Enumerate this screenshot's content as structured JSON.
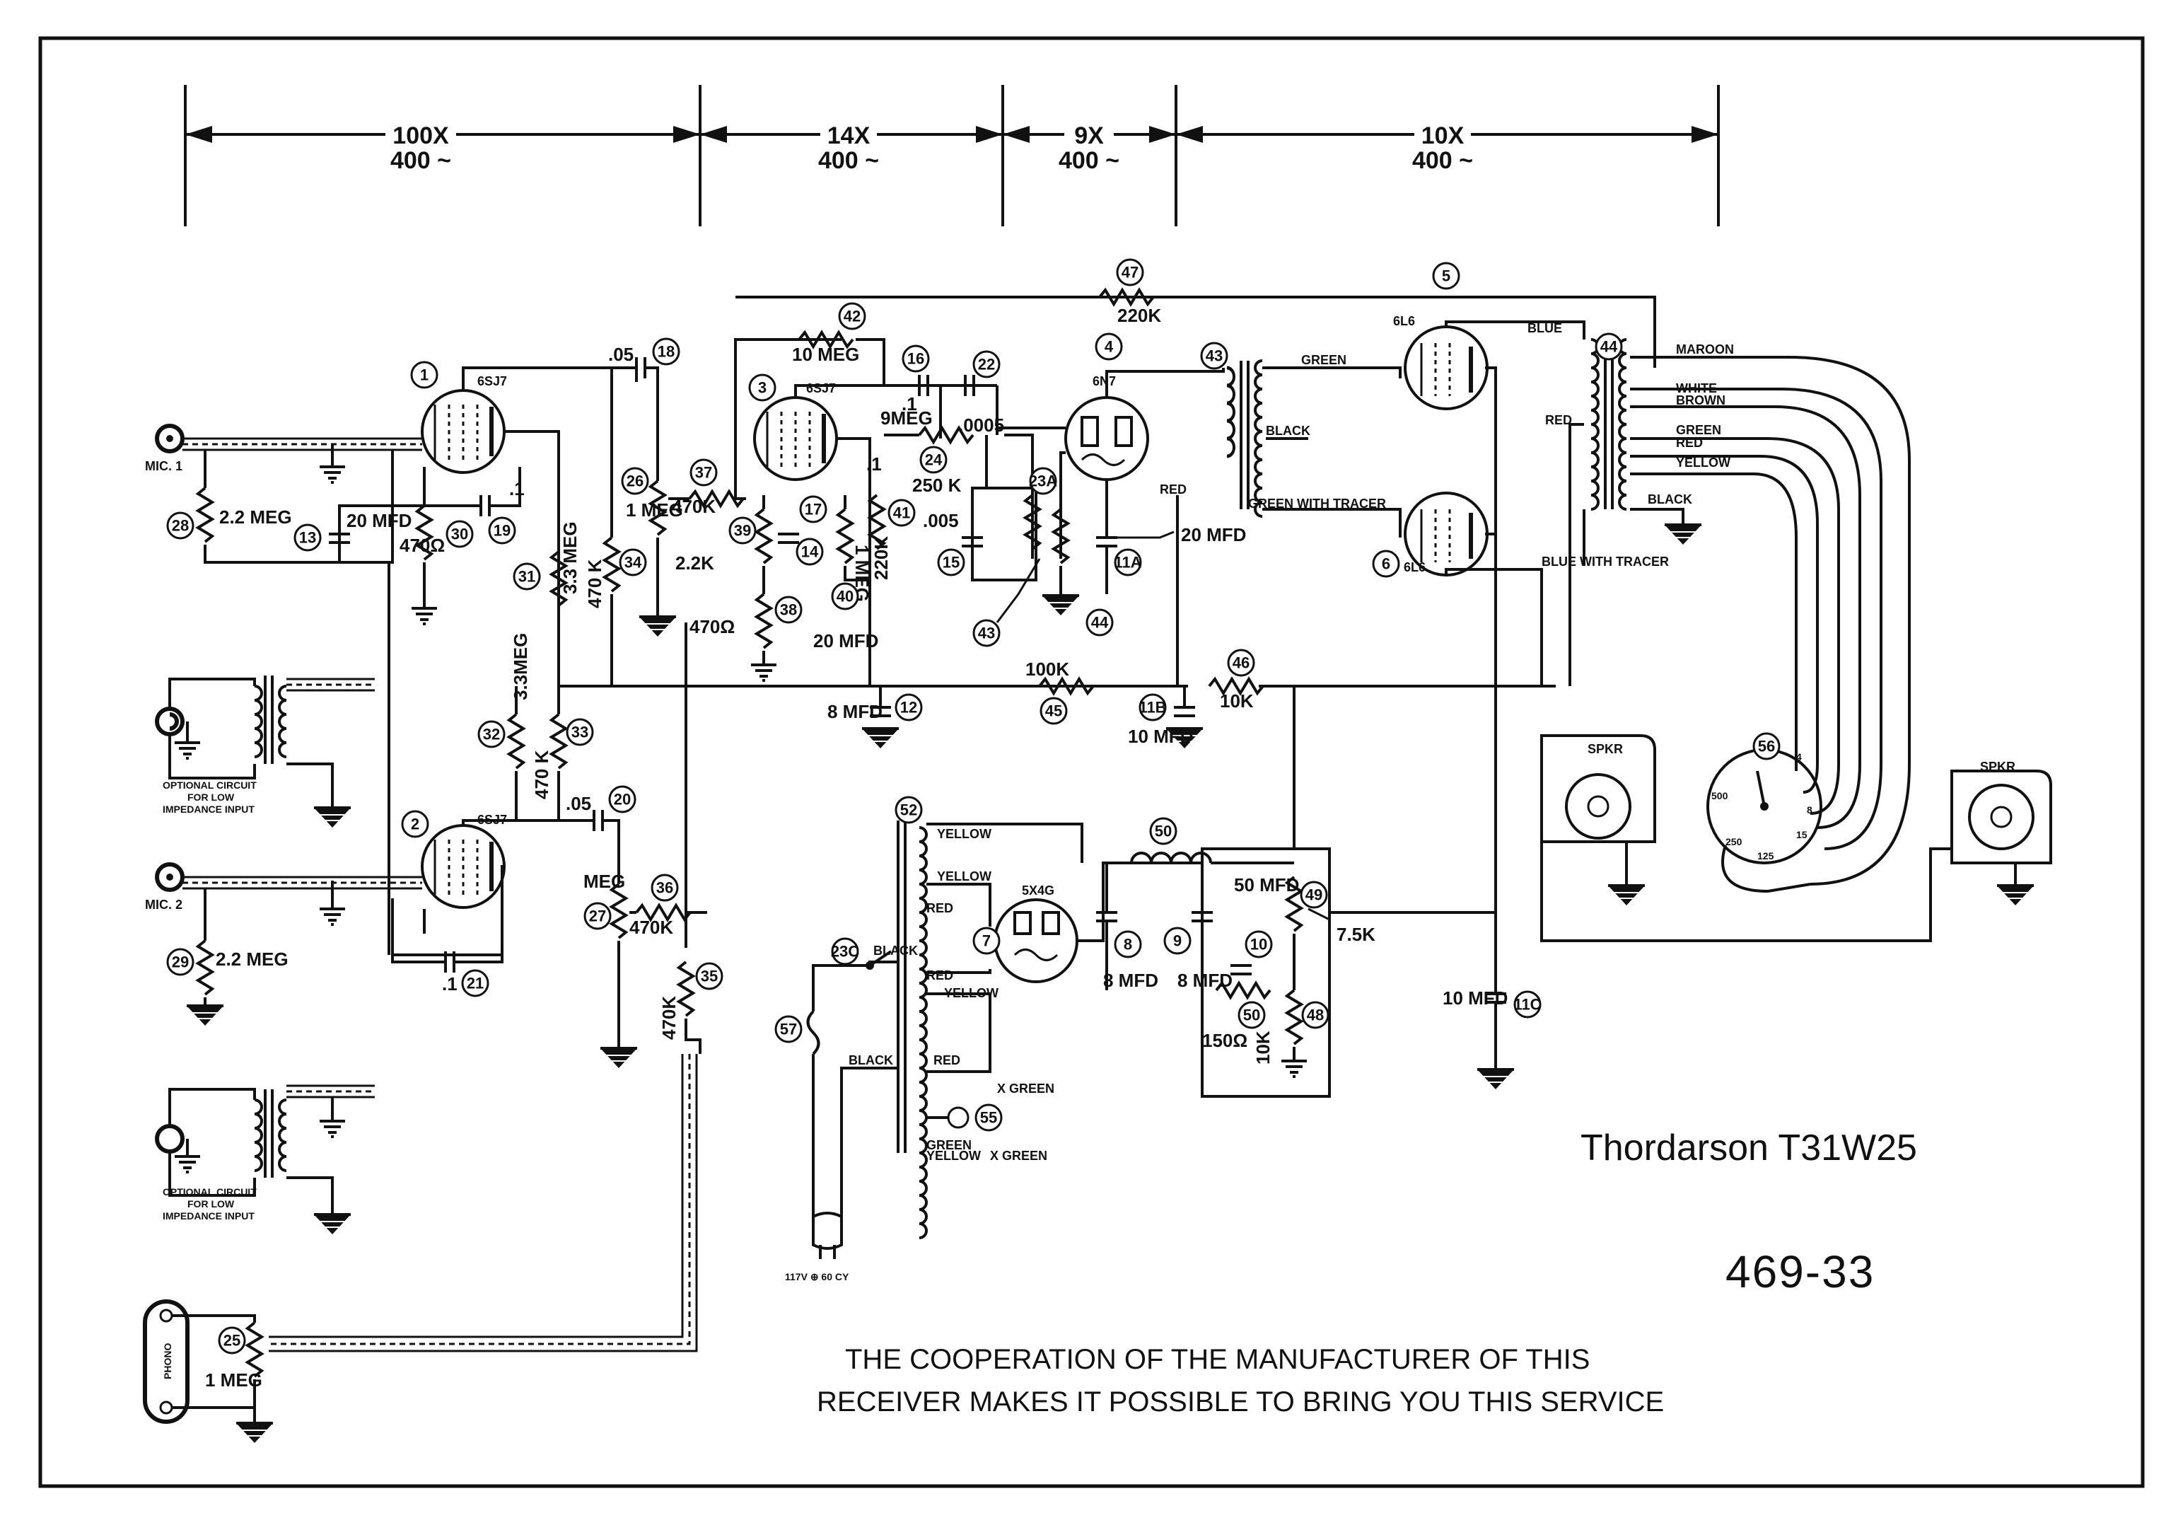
{
  "title": "Thordarson T31W25",
  "code": "469-33",
  "footer": {
    "line1": "THE COOPERATION OF THE MANUFACTURER OF THIS",
    "line2": "RECEIVER MAKES IT POSSIBLE TO BRING YOU THIS SERVICE"
  },
  "gain_scale": [
    {
      "gain": "100X",
      "freq": "400 ~"
    },
    {
      "gain": "14X",
      "freq": "400 ~"
    },
    {
      "gain": "9X",
      "freq": "400 ~"
    },
    {
      "gain": "10X",
      "freq": "400 ~"
    }
  ],
  "inputs": {
    "mic1": "MIC. 1",
    "mic2": "MIC. 2",
    "phono": "PHONO",
    "optional1": [
      "OPTIONAL CIRCUIT",
      "FOR LOW",
      "IMPEDANCE INPUT"
    ],
    "optional2": [
      "OPTIONAL CIRCUIT",
      "FOR LOW",
      "IMPEDANCE INPUT"
    ]
  },
  "tubes": {
    "t1": {
      "num": "1",
      "type": "6SJ7"
    },
    "t2": {
      "num": "2",
      "type": "6SJ7"
    },
    "t3": {
      "num": "3",
      "type": "6SJ7"
    },
    "t4": {
      "num": "4",
      "type": "6N7"
    },
    "t5": {
      "num": "5",
      "type": "6L6"
    },
    "t6": {
      "num": "6",
      "type": "6L6"
    },
    "t7": {
      "num": "7",
      "type": "5X4G"
    }
  },
  "components": {
    "c28": {
      "num": "28",
      "value": "2.2 MEG"
    },
    "c13": {
      "num": "13",
      "value": "20 MFD"
    },
    "c30": {
      "num": "30",
      "value": "470Ω"
    },
    "c19": {
      "num": "19",
      "value": ".1"
    },
    "c18": {
      "num": "18",
      "value": ".05"
    },
    "c31": {
      "num": "31",
      "value": "3.3 MEG"
    },
    "c32": {
      "num": "32",
      "value": "3.3MEG"
    },
    "c33": {
      "num": "33",
      "value": "470 K"
    },
    "c34": {
      "num": "34",
      "value": "470 K"
    },
    "c26": {
      "num": "26",
      "value": "1 MEG"
    },
    "c37": {
      "num": "37",
      "value": "470K"
    },
    "c42": {
      "num": "42",
      "value": "10 MEG"
    },
    "c47": {
      "num": "47",
      "value": "220K"
    },
    "c16": {
      "num": "16",
      "value": ".1"
    },
    "c22": {
      "num": "22",
      "value": ".0005"
    },
    "c24": {
      "num": "24",
      "value": "9MEG"
    },
    "c39": {
      "num": "39",
      "value": "2.2K"
    },
    "c38": {
      "num": "38",
      "value": ""
    },
    "c14": {
      "num": "14",
      "value": "20 MFD"
    },
    "c17": {
      "num": "17",
      "value": ".1"
    },
    "c40": {
      "num": "40",
      "value": "1 MEG"
    },
    "c41": {
      "num": "41",
      "value": "220K"
    },
    "c23a": {
      "num": "23A",
      "value": "250 K"
    },
    "c15": {
      "num": "15",
      "value": ".005"
    },
    "c43a": {
      "num": "43",
      "value": ""
    },
    "c44a": {
      "num": "44",
      "value": ""
    },
    "c11a": {
      "num": "11A",
      "value": "20 MFD"
    },
    "c12": {
      "num": "12",
      "value": "8 MFD"
    },
    "c45": {
      "num": "45",
      "value": "100K"
    },
    "c11b": {
      "num": "11B",
      "value": "10 MFD"
    },
    "c46": {
      "num": "46",
      "value": "10K"
    },
    "c20": {
      "num": "20",
      "value": ".05"
    },
    "c27": {
      "num": "27",
      "value": "MEG"
    },
    "c36": {
      "num": "36",
      "value": "470K"
    },
    "c35": {
      "num": "35",
      "value": "470K"
    },
    "c21": {
      "num": "21",
      "value": ".1"
    },
    "c29": {
      "num": "29",
      "value": "2.2 MEG"
    },
    "c25": {
      "num": "25",
      "value": "1 MEG"
    },
    "c52": {
      "num": "52",
      "value": ""
    },
    "c23c": {
      "num": "23C",
      "value": ""
    },
    "c57": {
      "num": "57",
      "value": ""
    },
    "c50": {
      "num": "50",
      "value": ""
    },
    "c8": {
      "num": "8",
      "value": "8 MFD"
    },
    "c9": {
      "num": "9",
      "value": "8 MFD"
    },
    "c10": {
      "num": "10",
      "value": "50 MFD"
    },
    "c50b": {
      "num": "50",
      "value": "150Ω"
    },
    "c48": {
      "num": "48",
      "value": "10K"
    },
    "c49": {
      "num": "49",
      "value": "7.5K"
    },
    "c11c": {
      "num": "11C",
      "value": "10 MFD"
    },
    "c43": {
      "num": "43",
      "value": ""
    },
    "c44": {
      "num": "44",
      "value": ""
    },
    "c56": {
      "num": "56",
      "value": ""
    },
    "c55": {
      "num": "55",
      "value": ""
    }
  },
  "wire_labels": {
    "green": "GREEN",
    "black": "BLACK",
    "red": "RED",
    "green_tracer": "GREEN WITH TRACER",
    "blue": "BLUE",
    "blue_tracer": "BLUE WITH TRACER",
    "maroon": "MAROON",
    "white": "WHITE",
    "brown": "BROWN",
    "green2": "GREEN",
    "red2": "RED",
    "yellow": "YELLOW",
    "black2": "BLACK",
    "pt_yellow1": "YELLOW",
    "pt_yellow2": "YELLOW",
    "pt_red": "RED",
    "pt_red2": "RED",
    "pt_yellow3": "YELLOW",
    "pt_red3": "RED",
    "pt_black": "BLACK",
    "pt_black2": "BLACK",
    "pt_green": "X GREEN",
    "pt_green2": "GREEN",
    "pt_yellow4": "YELLOW",
    "pt_green3": "X GREEN",
    "line_cord": "117V ⊕ 60 CY",
    "470ohm": "470Ω"
  },
  "speakers": {
    "spkr1": "SPKR",
    "spkr2": "SPKR"
  },
  "taps": {
    "t500": "500",
    "t250": "250",
    "t125": "125",
    "t15": "15",
    "t8": "8",
    "t4": "4"
  }
}
